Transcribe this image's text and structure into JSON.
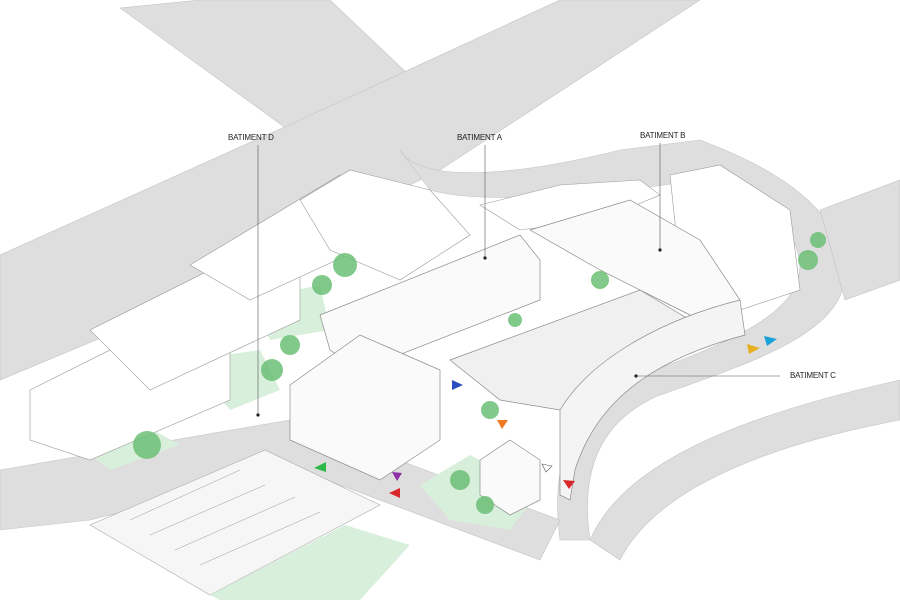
{
  "labels": {
    "batiment_d": "BATIMENT D",
    "batiment_a": "BATIMENT A",
    "batiment_b": "BATIMENT B",
    "batiment_c": "BATIMENT C"
  },
  "colors": {
    "road": "#dedede",
    "green_space": "#d8efdc",
    "tree": "#6cc076",
    "building_fill": "#ffffff",
    "building_line": "#9a9a9a",
    "marker_green": "#2fb84a",
    "marker_purple": "#8e2fa8",
    "marker_red": "#d9262a",
    "marker_blue": "#2b4fbf",
    "marker_orange": "#f07a22",
    "marker_yellow": "#e8b020",
    "marker_cyan": "#1aa3d8"
  }
}
